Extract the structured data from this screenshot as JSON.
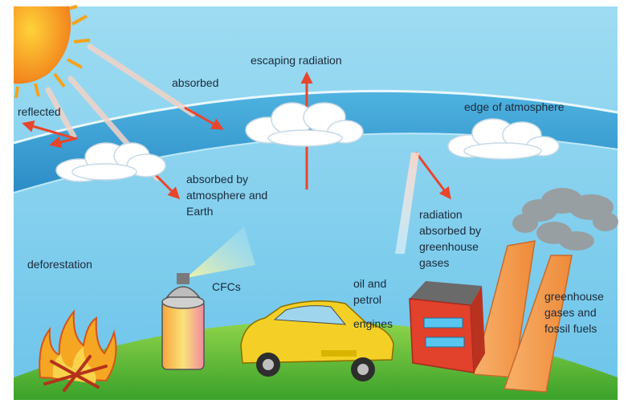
{
  "labels": {
    "reflected": "reflected",
    "absorbed": "absorbed",
    "escaping": "escaping radiation",
    "edge": "edge of atmosphere",
    "absorbed_by_1": "absorbed by",
    "absorbed_by_2": "atmosphere and",
    "absorbed_by_3": "Earth",
    "rad_1": "radiation",
    "rad_2": "absorbed by",
    "rad_3": "greenhouse",
    "rad_4": "gases",
    "deforestation": "deforestation",
    "cfcs": "CFCs",
    "oil_1": "oil and",
    "oil_2": "petrol",
    "oil_3": "engines",
    "gh_1": "greenhouse",
    "gh_2": "gases and",
    "gh_3": "fossil fuels"
  },
  "colors": {
    "sky": "#8fd3ef",
    "atmosphere": "#3aa3d6",
    "ground": "#5cc234",
    "arrow": "#e8452c",
    "sun": "#f4801e"
  }
}
